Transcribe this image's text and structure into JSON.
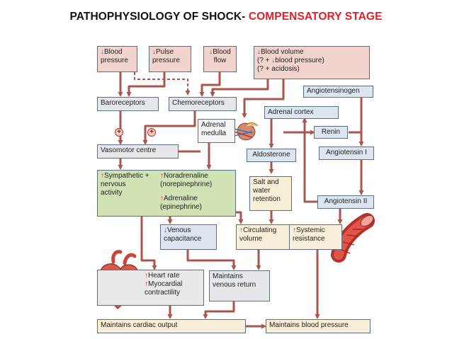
{
  "title": {
    "main": "PATHOPHYSIOLOGY OF SHOCK- ",
    "accent": "COMPENSATORY STAGE"
  },
  "colors": {
    "title_accent": "#e0202a",
    "arrow": "#a9564f",
    "arrow_up": "#d1312a",
    "arrow_down": "#2f5fb0",
    "box_pink": "#f2d4cf",
    "box_green": "#cfe3b4",
    "box_cream": "#f7efd7"
  },
  "nodes": {
    "blood_pressure": {
      "arrow": "↓",
      "text": "Blood\npressure"
    },
    "pulse_pressure": {
      "arrow": "↓",
      "text": "Pulse\npressure"
    },
    "blood_flow": {
      "arrow": "↓",
      "text": "Blood\nflow"
    },
    "blood_volume": {
      "arrow": "↓",
      "line1": "Blood volume",
      "line2a": "(? + ",
      "line2b": "↓",
      "line2c": "blood pressure)",
      "line3": "(? + acidosis)"
    },
    "baroreceptors": {
      "text": "Baroreceptors"
    },
    "chemoreceptors": {
      "text": "Chemoreceptors"
    },
    "angiotensinogen": {
      "text": "Angiotensinogen"
    },
    "adrenal_cortex": {
      "text": "Adrenal cortex"
    },
    "adrenal_medulla": {
      "text": "Adrenal\nmedulla"
    },
    "renin": {
      "text": "Renin"
    },
    "plus_sign": "+",
    "vasomotor_centre": {
      "text": "Vasomotor centre"
    },
    "aldosterone": {
      "text": "Aldosterone"
    },
    "angiotensin_1": {
      "text": "Angiotensin I"
    },
    "sympathetic": {
      "arrow": "↑",
      "text": "Sympathetic +\nnervous\nactivity",
      "nor_arrow": "↑",
      "nor_text": "Noradrenaline\n(norepinephrine)",
      "adr_arrow": "↑",
      "adr_text": "Adrenaline\n(epinephrine)"
    },
    "salt_water": {
      "text": "Salt and\nwater\nretention"
    },
    "angiotensin_2": {
      "text": "Angiotensin II"
    },
    "venous_capacitance": {
      "arrow": "↓",
      "text": "Venous\ncapacitance"
    },
    "circulating_volume": {
      "arrow": "↑",
      "text": "Circulating\nvolume"
    },
    "systemic_resistance": {
      "arrow": "↑",
      "text": "Systemic\nresistance"
    },
    "heart_rate": {
      "arrow1": "↑",
      "text1": "Heart rate",
      "arrow2": "↑",
      "text2": "Myocardial\ncontractility"
    },
    "venous_return": {
      "text": "Maintains\nvenous return"
    },
    "cardiac_output": {
      "text": "Maintains cardiac output"
    },
    "blood_pressure_out": {
      "text": "Maintains blood pressure"
    }
  }
}
